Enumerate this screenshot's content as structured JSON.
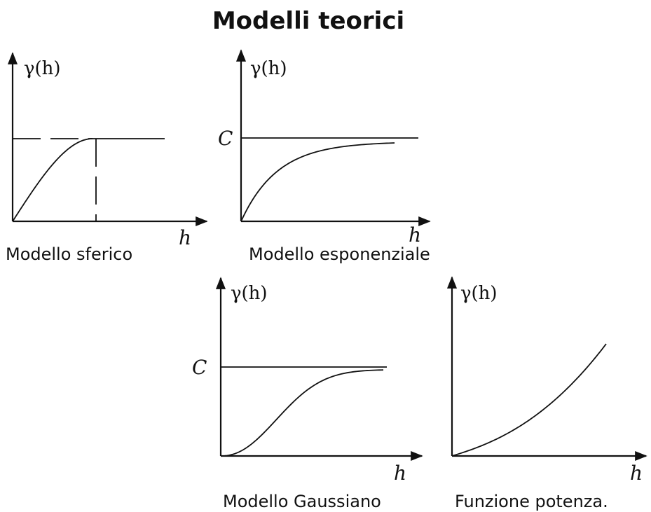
{
  "page": {
    "title": "Modelli teorici"
  },
  "panels": [
    {
      "id": "sferico",
      "caption": "Modello sferico",
      "y_label": "γ(h)",
      "x_label": "h",
      "sill_label": "",
      "curve": "spherical"
    },
    {
      "id": "esponenziale",
      "caption": "Modello esponenziale",
      "y_label": "γ(h)",
      "x_label": "h",
      "sill_label": "C",
      "curve": "exponential"
    },
    {
      "id": "gaussiano",
      "caption": "Modello Gaussiano",
      "y_label": "γ(h)",
      "x_label": "h",
      "sill_label": "C",
      "curve": "gaussian"
    },
    {
      "id": "potenza",
      "caption": "Funzione potenza.",
      "y_label": "γ(h)",
      "x_label": "h",
      "sill_label": "",
      "curve": "power"
    }
  ]
}
